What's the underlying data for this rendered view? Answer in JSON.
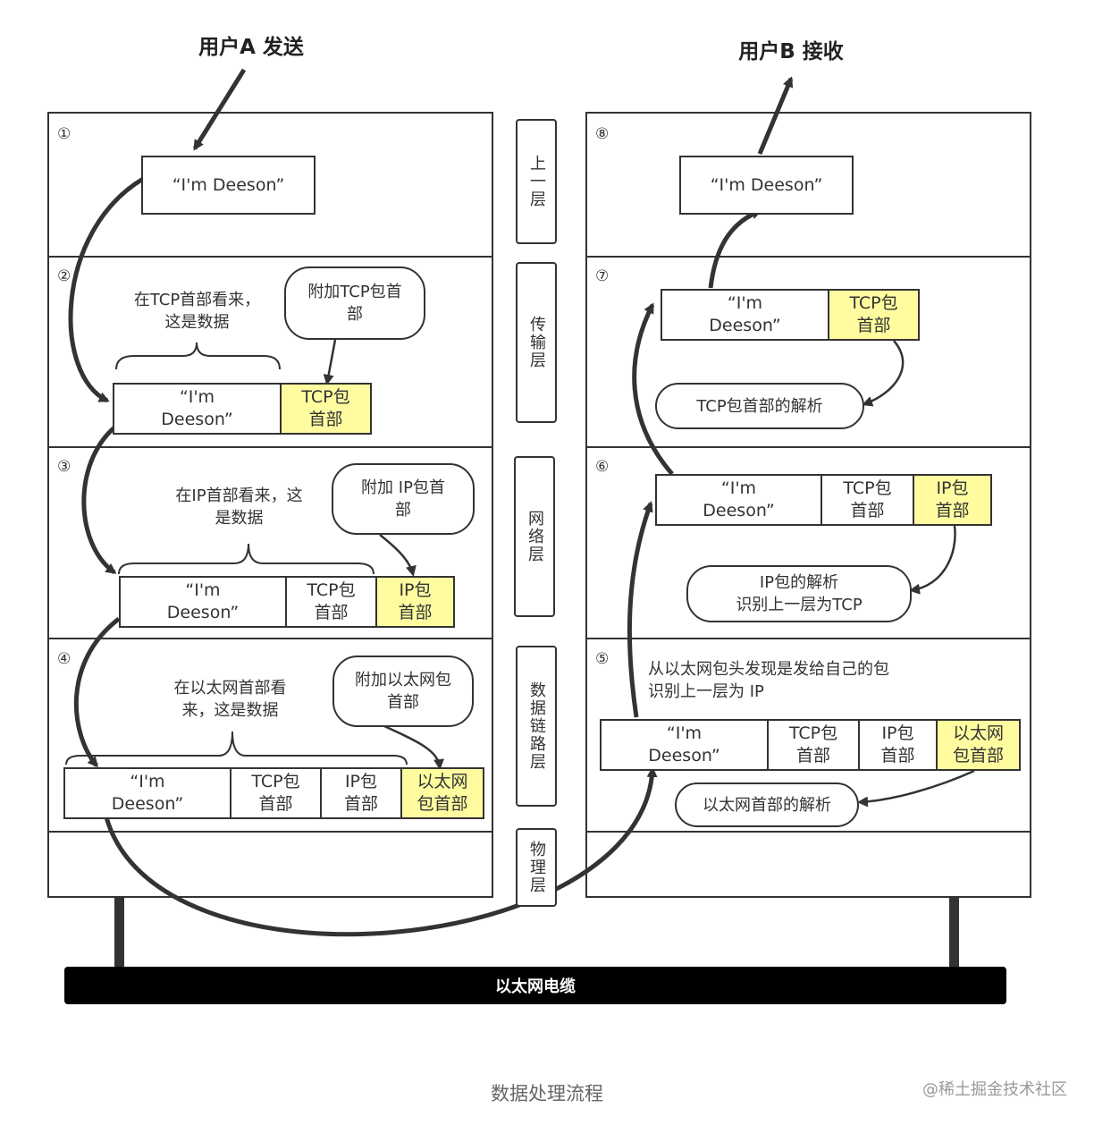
{
  "titles": {
    "sender": "用户A 发送",
    "receiver": "用户B 接收"
  },
  "cable_label": "以太网电缆",
  "caption": "数据处理流程",
  "watermark": "@稀土掘金技术社区",
  "layers": [
    "上一层",
    "传输层",
    "网络层",
    "数据链路层",
    "物理层"
  ],
  "sender": {
    "steps": [
      "①",
      "②",
      "③",
      "④"
    ],
    "message": "“I'm Deeson”",
    "transport": {
      "note": "在TCP首部看来，\n这是数据",
      "bubble": "附加TCP包首\n部",
      "cells": [
        "“I'm\nDeeson”",
        "TCP包\n首部"
      ]
    },
    "network": {
      "note": "在IP首部看来，这\n是数据",
      "bubble": "附加 IP包首\n部",
      "cells": [
        "“I'm\nDeeson”",
        "TCP包\n首部",
        "IP包\n首部"
      ]
    },
    "datalink": {
      "note": "在以太网首部看\n来，这是数据",
      "bubble": "附加以太网包\n首部",
      "cells": [
        "“I'm\nDeeson”",
        "TCP包\n首部",
        "IP包\n首部",
        "以太网\n包首部"
      ]
    }
  },
  "receiver": {
    "steps": [
      "⑧",
      "⑦",
      "⑥",
      "⑤"
    ],
    "message": "“I'm Deeson”",
    "transport": {
      "cells": [
        "“I'm\nDeeson”",
        "TCP包\n首部"
      ],
      "bubble": "TCP包首部的解析"
    },
    "network": {
      "cells": [
        "“I'm\nDeeson”",
        "TCP包\n首部",
        "IP包\n首部"
      ],
      "bubble": "IP包的解析\n识别上一层为TCP"
    },
    "datalink": {
      "note": "从以太网包头发现是发给自己的包\n识别上一层为 IP",
      "cells": [
        "“I'm\nDeeson”",
        "TCP包\n首部",
        "IP包\n首部",
        "以太网\n包首部"
      ],
      "bubble": "以太网首部的解析"
    }
  },
  "colors": {
    "highlight": "#fffca0",
    "line": "#333333",
    "cable": "#000000"
  }
}
